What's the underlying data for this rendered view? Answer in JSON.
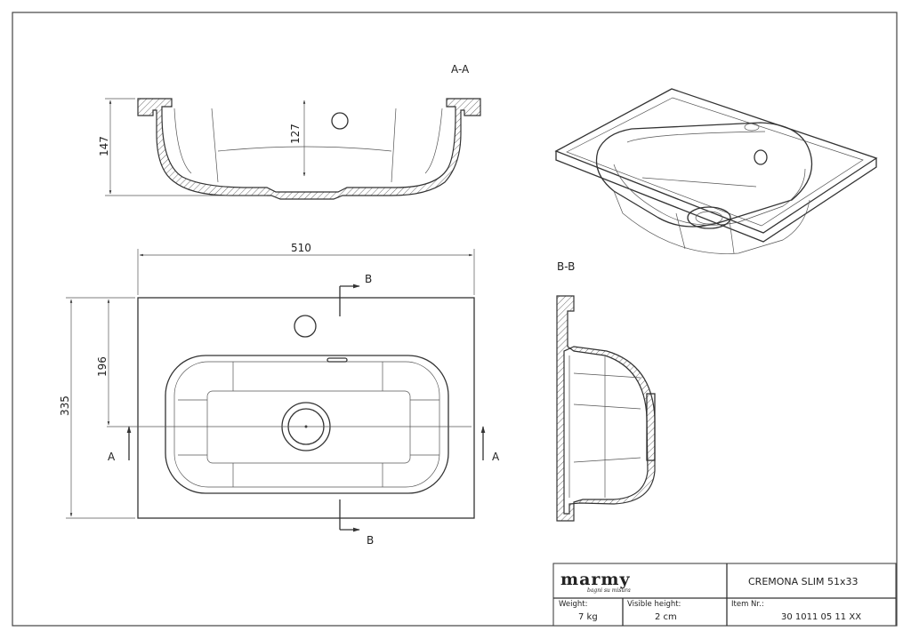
{
  "section_labels": {
    "aa": "A-A",
    "bb": "B-B",
    "a_left": "A",
    "a_right": "A",
    "b_top": "B",
    "b_bottom": "B"
  },
  "dimensions": {
    "height_total": "147",
    "height_inner": "127",
    "width": "510",
    "depth_total": "335",
    "depth_to_drain": "196"
  },
  "title_block": {
    "brand": "marmy",
    "brand_tagline": "bagni su misura",
    "product_name": "CREMONA SLIM 51x33",
    "weight_label": "Weight:",
    "weight_value": "7 kg",
    "visible_height_label": "Visible height:",
    "visible_height_value": "2 cm",
    "item_nr_label": "Item Nr.:",
    "item_nr_value": "30 1011 05 11 XX"
  }
}
